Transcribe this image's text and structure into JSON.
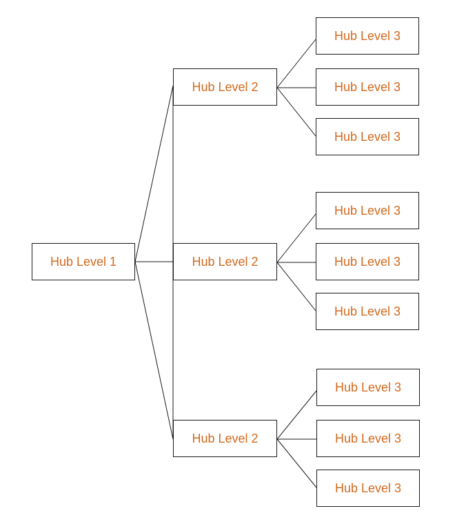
{
  "colors": {
    "label": "#d2691e",
    "line": "#1a1a1a",
    "background": "#ffffff"
  },
  "hub_level_1": {
    "label": "Hub Level 1"
  },
  "hub_level_2": [
    {
      "label": "Hub Level 2",
      "children": [
        {
          "label": "Hub Level 3"
        },
        {
          "label": "Hub Level 3"
        },
        {
          "label": "Hub Level 3"
        }
      ]
    },
    {
      "label": "Hub Level 2",
      "children": [
        {
          "label": "Hub Level 3"
        },
        {
          "label": "Hub Level 3"
        },
        {
          "label": "Hub Level 3"
        }
      ]
    },
    {
      "label": "Hub Level 2",
      "children": [
        {
          "label": "Hub Level 3"
        },
        {
          "label": "Hub Level 3"
        },
        {
          "label": "Hub Level 3"
        }
      ]
    }
  ]
}
